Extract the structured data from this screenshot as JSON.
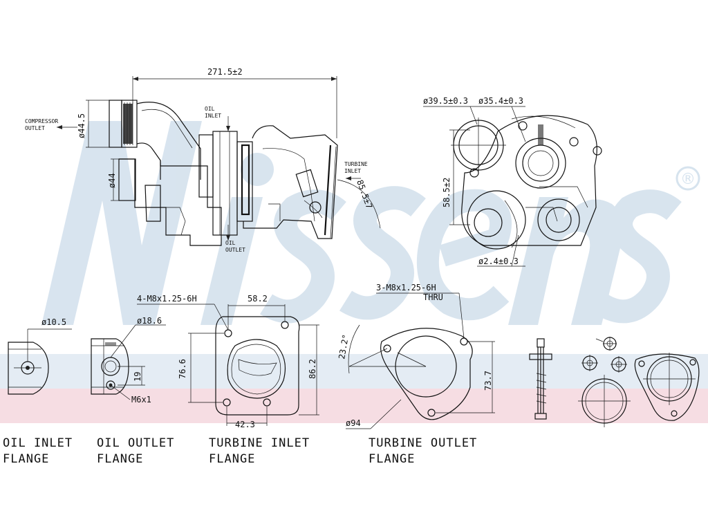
{
  "watermark": {
    "brand": "Nissens",
    "registered_mark": "®",
    "color": "#d6e3ee",
    "band_colors": {
      "blue": "#e4ecf4",
      "pink": "#f6dde3"
    }
  },
  "side_view": {
    "overall_length": "271.5±2",
    "compressor_outlet_diameter": "ø44.5",
    "compressor_outlet_label": [
      "COMPRESSOR",
      "OUTLET"
    ],
    "compressor_inlet_diameter": "ø44",
    "oil_inlet_label": [
      "OIL",
      "INLET"
    ],
    "oil_outlet_label": [
      "OIL",
      "OUTLET"
    ],
    "turbine_inlet_label": [
      "TURBINE",
      "INLET"
    ],
    "turbine_angle": "85.5±7"
  },
  "front_view": {
    "dia_1": "ø39.5±0.3",
    "dia_2": "ø35.4±0.3",
    "height": "58.5±2",
    "dia_small": "ø2.4±0.3"
  },
  "oil_inlet_flange": {
    "diameter": "ø10.5",
    "caption": [
      "OIL INLET",
      "FLANGE"
    ]
  },
  "oil_outlet_flange": {
    "diameter": "ø18.6",
    "height": "19",
    "thread": "M6x1",
    "caption": [
      "OIL OUTLET",
      "FLANGE"
    ]
  },
  "turbine_inlet_flange": {
    "holes": "4-M8x1.25-6H",
    "width_top": "58.2",
    "height_left": "76.6",
    "height_right": "86.2",
    "width_bottom": "42.3",
    "caption": [
      "TURBINE INLET",
      "FLANGE"
    ]
  },
  "turbine_outlet_flange": {
    "holes": "3-M8x1.25-6H",
    "thru": "THRU",
    "angle": "23.2°",
    "height": "73.7",
    "diameter": "ø94",
    "caption": [
      "TURBINE OUTLET",
      "FLANGE"
    ]
  }
}
